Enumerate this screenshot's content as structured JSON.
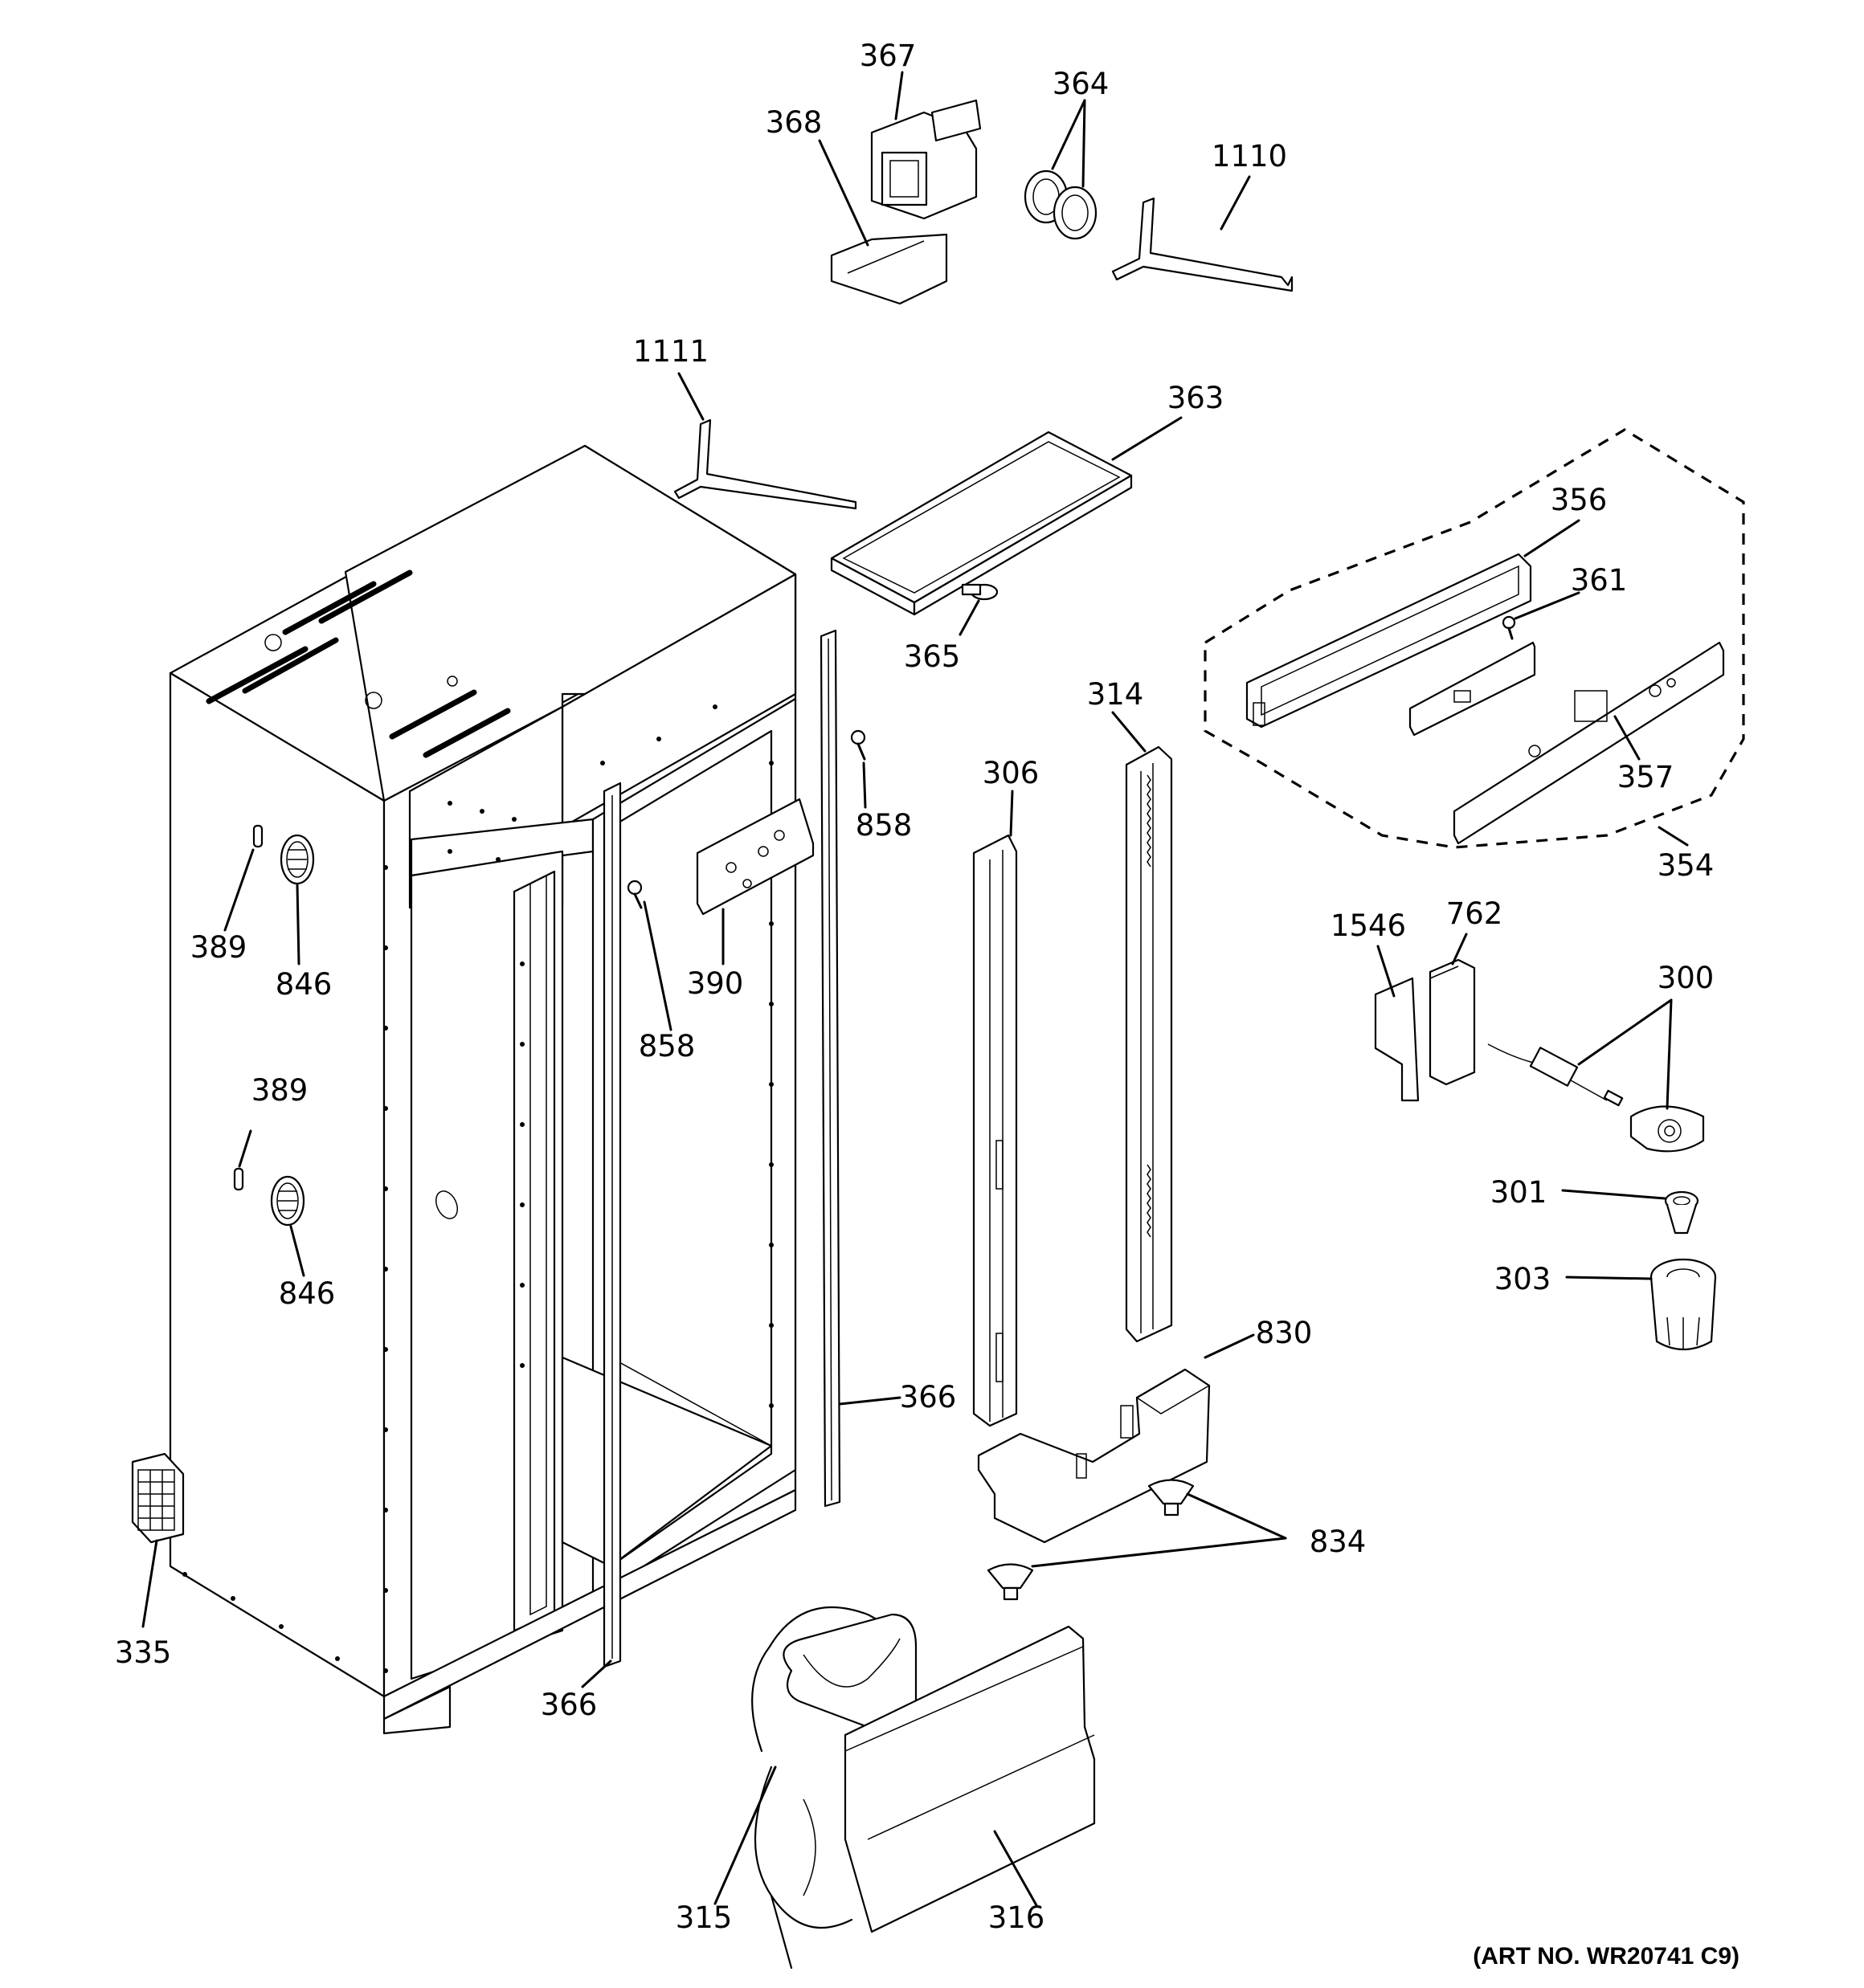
{
  "art_number": "(ART NO. WR20741 C9)",
  "callouts": {
    "c367": "367",
    "c368": "368",
    "c364": "364",
    "c1110": "1110",
    "c1111": "1111",
    "c363": "363",
    "c356": "356",
    "c361": "361",
    "c365": "365",
    "c314": "314",
    "c306": "306",
    "c858a": "858",
    "c858b": "858",
    "c357": "357",
    "c354": "354",
    "c389a": "389",
    "c389b": "389",
    "c846a": "846",
    "c846b": "846",
    "c390": "390",
    "c1546": "1546",
    "c762": "762",
    "c300": "300",
    "c301": "301",
    "c303": "303",
    "c830": "830",
    "c366a": "366",
    "c366b": "366",
    "c834": "834",
    "c335": "335",
    "c315": "315",
    "c316": "316"
  }
}
